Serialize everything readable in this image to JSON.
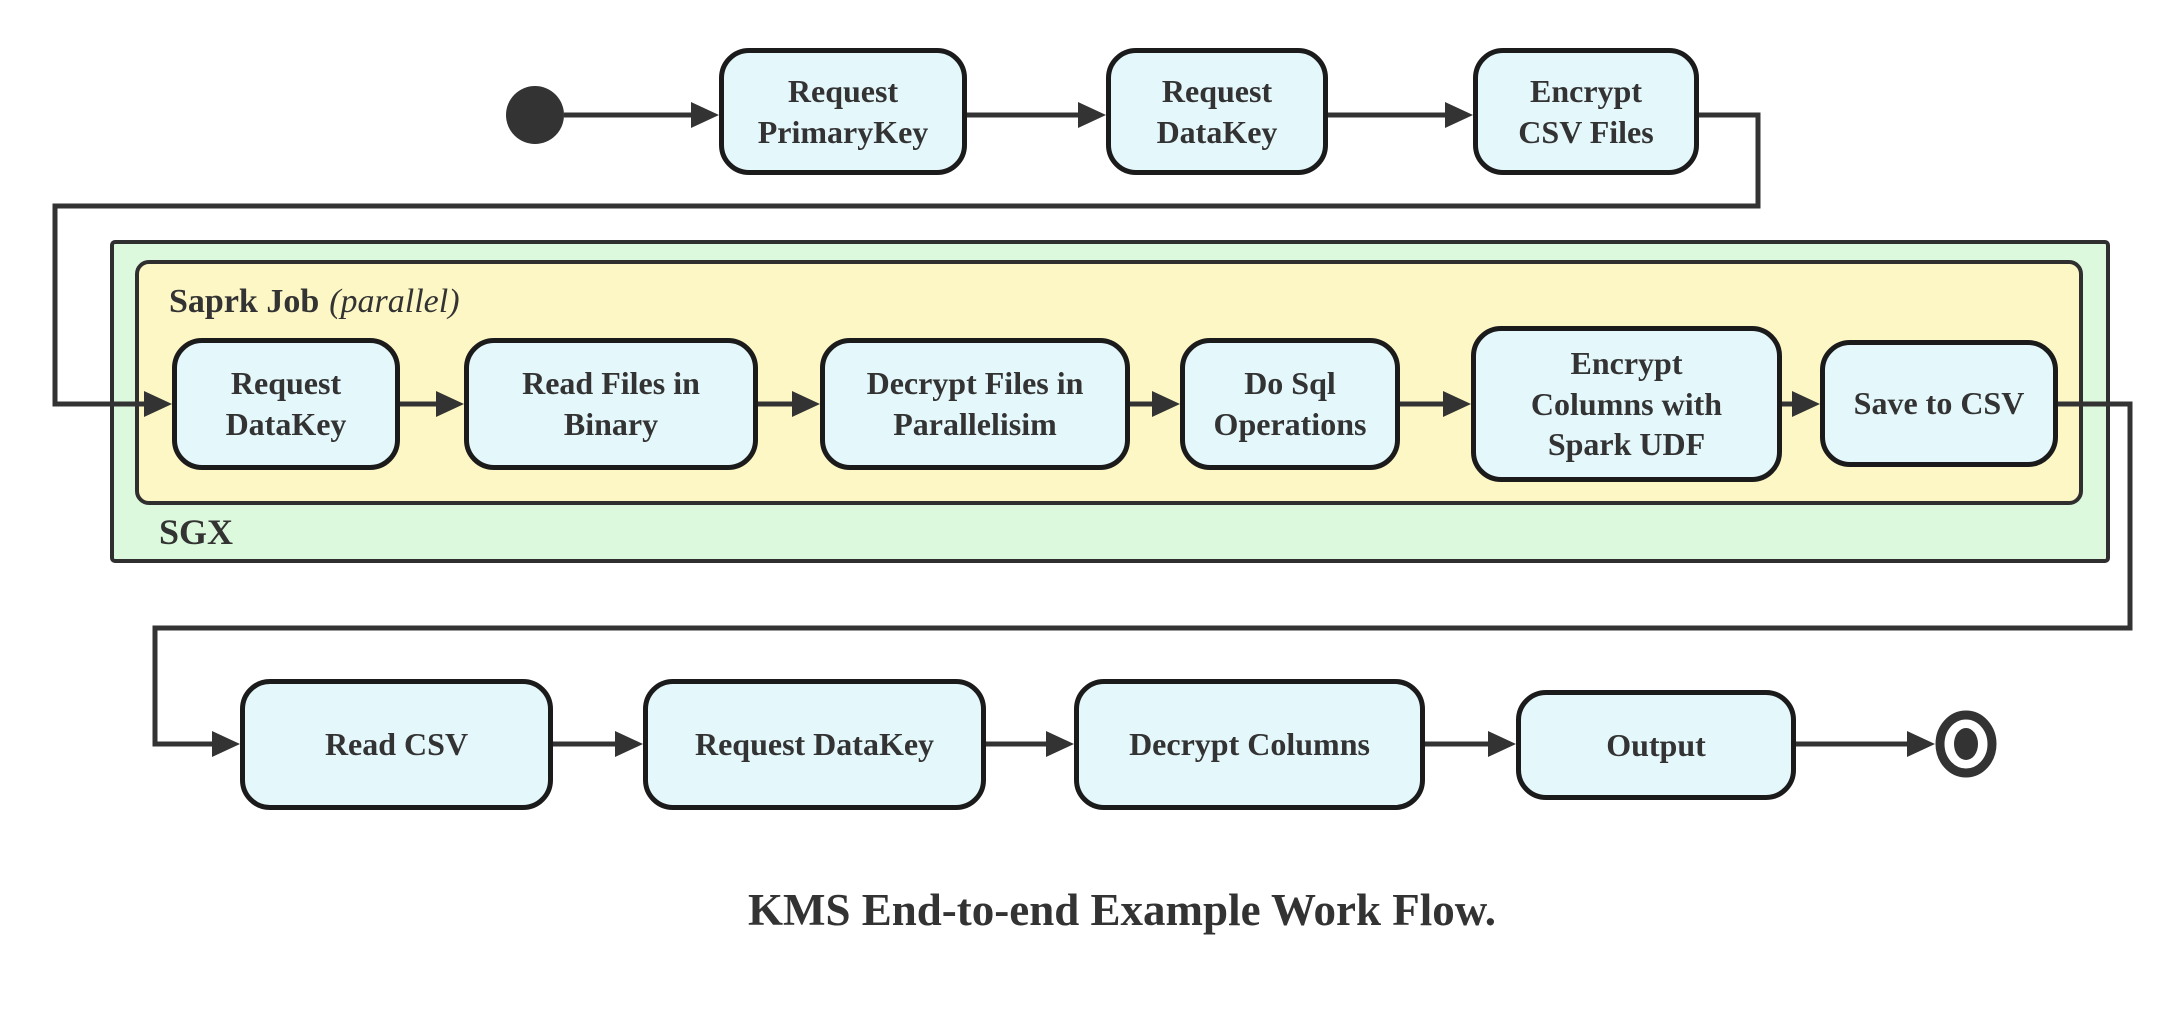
{
  "caption": "KMS End-to-end Example Work Flow.",
  "colors": {
    "node_fill": "#e4f7fb",
    "node_border": "#1b1b1b",
    "sgx_fill": "#ddf9dd",
    "spark_fill": "#fcf7c5",
    "container_border": "#2f2f2f",
    "line": "#333333",
    "text": "#333333"
  },
  "containers": {
    "sgx": {
      "label": "SGX"
    },
    "spark_job": {
      "label": "Saprk Job",
      "label_suffix": "(parallel)"
    }
  },
  "nodes": {
    "top": [
      {
        "id": "request-primarykey",
        "label": "Request\nPrimaryKey"
      },
      {
        "id": "request-datakey-top",
        "label": "Request\nDataKey"
      },
      {
        "id": "encrypt-csv-files",
        "label": "Encrypt\nCSV Files"
      }
    ],
    "spark": [
      {
        "id": "request-datakey-spark",
        "label": "Request\nDataKey"
      },
      {
        "id": "read-files-in-binary",
        "label": "Read Files in\nBinary"
      },
      {
        "id": "decrypt-files-in-parallelisim",
        "label": "Decrypt Files in\nParallelisim"
      },
      {
        "id": "do-sql-operations",
        "label": "Do Sql\nOperations"
      },
      {
        "id": "encrypt-columns-with-spark-udf",
        "label": "Encrypt\nColumns with\nSpark UDF"
      },
      {
        "id": "save-to-csv",
        "label": "Save to CSV"
      }
    ],
    "bottom": [
      {
        "id": "read-csv",
        "label": "Read CSV"
      },
      {
        "id": "request-datakey-bottom",
        "label": "Request DataKey"
      },
      {
        "id": "decrypt-columns",
        "label": "Decrypt Columns"
      },
      {
        "id": "output",
        "label": "Output"
      }
    ]
  },
  "markers": {
    "start": "initial-state-dot",
    "end": "final-state-bullseye"
  },
  "flow": [
    "start -> Request PrimaryKey",
    "Request PrimaryKey -> Request DataKey",
    "Request DataKey -> Encrypt CSV Files",
    "Encrypt CSV Files -> Request DataKey (inside SGX / Saprk Job)",
    "Request DataKey -> Read Files in Binary",
    "Read Files in Binary -> Decrypt Files in Parallelisim",
    "Decrypt Files in Parallelisim -> Do Sql Operations",
    "Do Sql Operations -> Encrypt Columns with Spark UDF",
    "Encrypt Columns with Spark UDF -> Save to CSV",
    "Save to CSV -> Read CSV",
    "Read CSV -> Request DataKey",
    "Request DataKey -> Decrypt Columns",
    "Decrypt Columns -> Output",
    "Output -> end"
  ]
}
